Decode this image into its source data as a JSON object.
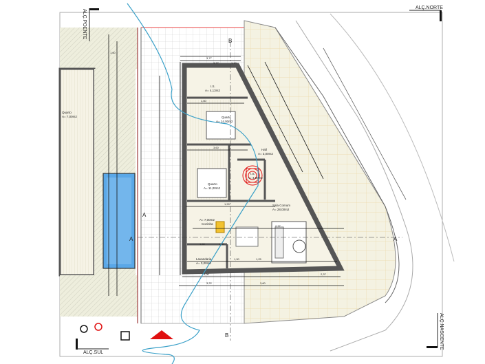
{
  "elevations": {
    "north": "ALÇ.NORTE",
    "west": "ALÇ.POENTE",
    "south": "ALÇ.SUL",
    "east": "ALÇ.NASCENTE"
  },
  "sections": {
    "a": "A",
    "b": "B"
  },
  "rooms": [
    {
      "name": "I.S.",
      "area": "A= 4,13m2"
    },
    {
      "name": "Quarto",
      "area": "A= 14,00m2"
    },
    {
      "name": "Hall",
      "area": "A= 3,00m2"
    },
    {
      "name": "Quarto",
      "area": "A= 11,00m2"
    },
    {
      "name": "I.S.",
      "area": "A= 4,00m2"
    },
    {
      "name": "Sala Comum",
      "area": "A= 28,00m2"
    },
    {
      "name": "Cozinha",
      "area": "A= 7,00m2"
    },
    {
      "name": "Lavandaria",
      "area": "A= 3,00m2"
    },
    {
      "name": "Quarto",
      "area": "A= 7,00m2"
    }
  ],
  "dimensions": [
    "3,77",
    "3,77",
    "1,10",
    "1,60",
    "3,60",
    "1,90",
    "1,60",
    "1,30",
    "3,00",
    "3,22",
    "3,60",
    "1,90",
    "1,25",
    "2,77",
    "2,37",
    "1,60"
  ],
  "colors": {
    "red": "#e01010",
    "water": "#3aa0c8",
    "pool": "#5aa8e8",
    "yellow": "#f2c230",
    "terrace": "#eeeedd"
  }
}
